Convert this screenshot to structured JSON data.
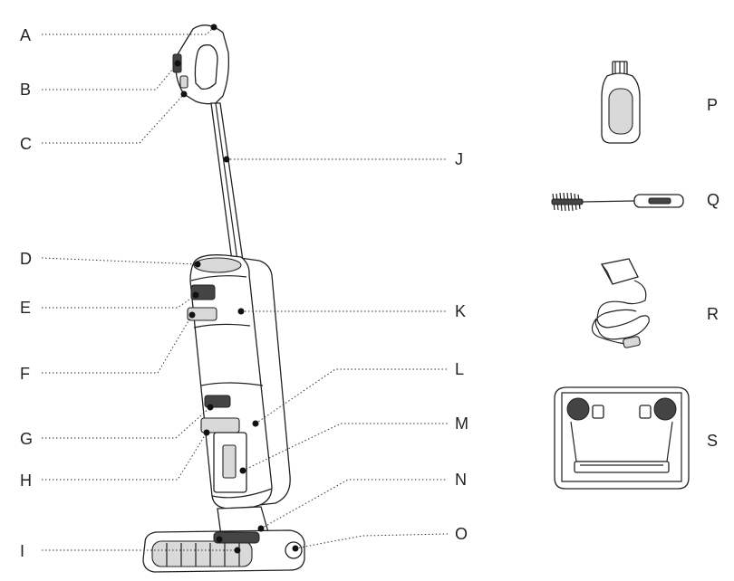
{
  "figure": {
    "callouts_left": [
      "A",
      "B",
      "C",
      "D",
      "E",
      "F",
      "G",
      "H",
      "I"
    ],
    "callouts_right": [
      "J",
      "K",
      "L",
      "M",
      "N",
      "O"
    ],
    "accessories": [
      {
        "label": "P",
        "icon": "solution-bottle-icon"
      },
      {
        "label": "Q",
        "icon": "cleaning-brush-icon"
      },
      {
        "label": "R",
        "icon": "power-adapter-icon"
      },
      {
        "label": "S",
        "icon": "charging-base-icon"
      }
    ]
  }
}
